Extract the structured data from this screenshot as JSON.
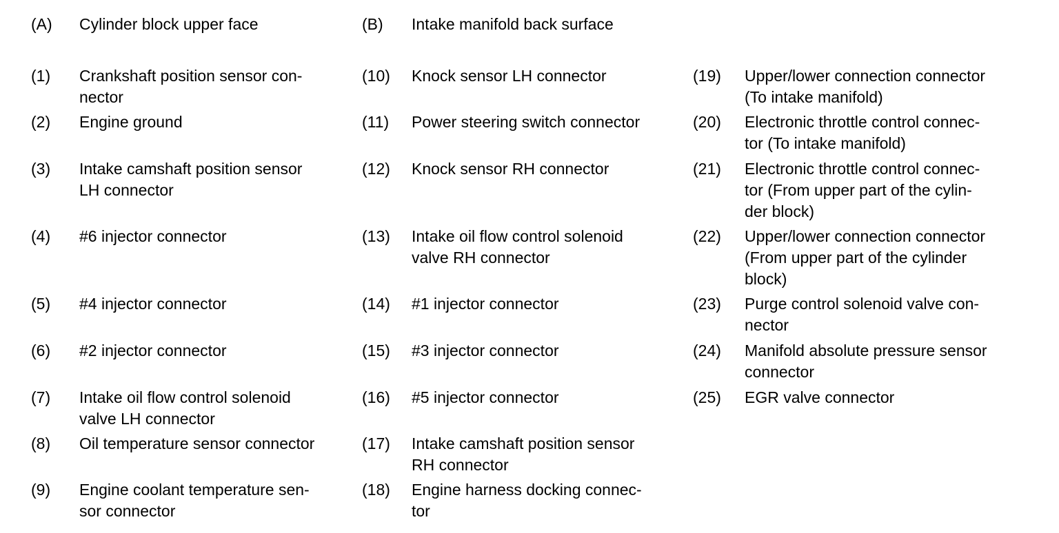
{
  "page": {
    "background_color": "#ffffff",
    "text_color": "#000000",
    "description": "Legend list of engine connector callouts"
  },
  "items": {
    "A": {
      "num": "(A)",
      "label": "Cylinder block upper face"
    },
    "B": {
      "num": "(B)",
      "label": "Intake manifold back surface"
    },
    "1": {
      "num": "(1)",
      "label": "Crankshaft position sensor con-\nnector"
    },
    "2": {
      "num": "(2)",
      "label": "Engine ground"
    },
    "3": {
      "num": "(3)",
      "label": "Intake camshaft position sensor\nLH connector"
    },
    "4": {
      "num": "(4)",
      "label": "#6 injector connector"
    },
    "5": {
      "num": "(5)",
      "label": "#4 injector connector"
    },
    "6": {
      "num": "(6)",
      "label": "#2 injector connector"
    },
    "7": {
      "num": "(7)",
      "label": "Intake oil flow control solenoid\nvalve LH connector"
    },
    "8": {
      "num": "(8)",
      "label": "Oil temperature sensor connector"
    },
    "9": {
      "num": "(9)",
      "label": "Engine coolant temperature sen-\nsor connector"
    },
    "10": {
      "num": "(10)",
      "label": "Knock sensor LH connector"
    },
    "11": {
      "num": "(11)",
      "label": "Power steering switch connector"
    },
    "12": {
      "num": "(12)",
      "label": "Knock sensor RH connector"
    },
    "13": {
      "num": "(13)",
      "label": "Intake oil flow control solenoid\nvalve RH connector"
    },
    "14": {
      "num": "(14)",
      "label": "#1 injector connector"
    },
    "15": {
      "num": "(15)",
      "label": "#3 injector connector"
    },
    "16": {
      "num": "(16)",
      "label": "#5 injector connector"
    },
    "17": {
      "num": "(17)",
      "label": "Intake camshaft position sensor\nRH connector"
    },
    "18": {
      "num": "(18)",
      "label": "Engine harness docking connec-\ntor"
    },
    "19": {
      "num": "(19)",
      "label": "Upper/lower connection connector\n(To intake manifold)"
    },
    "20": {
      "num": "(20)",
      "label": "Electronic throttle control connec-\ntor (To intake manifold)"
    },
    "21": {
      "num": "(21)",
      "label": "Electronic throttle control connec-\ntor (From upper part of the cylin-\nder block)"
    },
    "22": {
      "num": "(22)",
      "label": "Upper/lower connection connector\n(From upper part of the cylinder\nblock)"
    },
    "23": {
      "num": "(23)",
      "label": "Purge control solenoid valve con-\nnector"
    },
    "24": {
      "num": "(24)",
      "label": "Manifold absolute pressure sensor\nconnector"
    },
    "25": {
      "num": "(25)",
      "label": "EGR valve connector"
    }
  }
}
